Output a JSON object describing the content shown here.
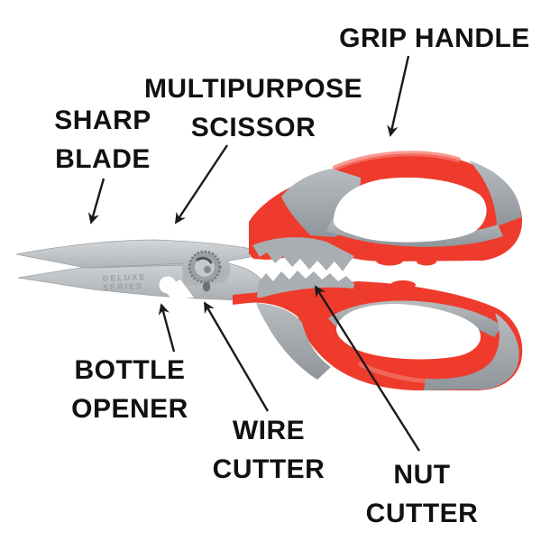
{
  "image_type": "annotated product diagram",
  "product": "MULTIPURPOSE SCISSOR",
  "colors": {
    "handle_red": "#ee3b2c",
    "handle_gray": "#a9aeb2",
    "blade_light": "#d7dbdd",
    "blade_dark": "#b0b4b7",
    "engraving": "#9aa0a4",
    "label_text": "#111111",
    "arrow": "#1a1a1a",
    "background": "#ffffff"
  },
  "labels": {
    "grip_handle": {
      "lines": [
        "GRIP HANDLE",
        ""
      ]
    },
    "multipurpose_scissor": {
      "lines": [
        "MULTIPURPOSE",
        "SCISSOR"
      ]
    },
    "sharp_blade": {
      "lines": [
        "SHARP",
        "BLADE"
      ]
    },
    "bottle_opener": {
      "lines": [
        "BOTTLE",
        "OPENER"
      ]
    },
    "wire_cutter": {
      "lines": [
        "WIRE",
        "CUTTER"
      ]
    },
    "nut_cutter": {
      "lines": [
        "NUT",
        "CUTTER"
      ]
    }
  },
  "blade_engraving": {
    "line1": "DELUXE",
    "line2": "SERIES"
  }
}
